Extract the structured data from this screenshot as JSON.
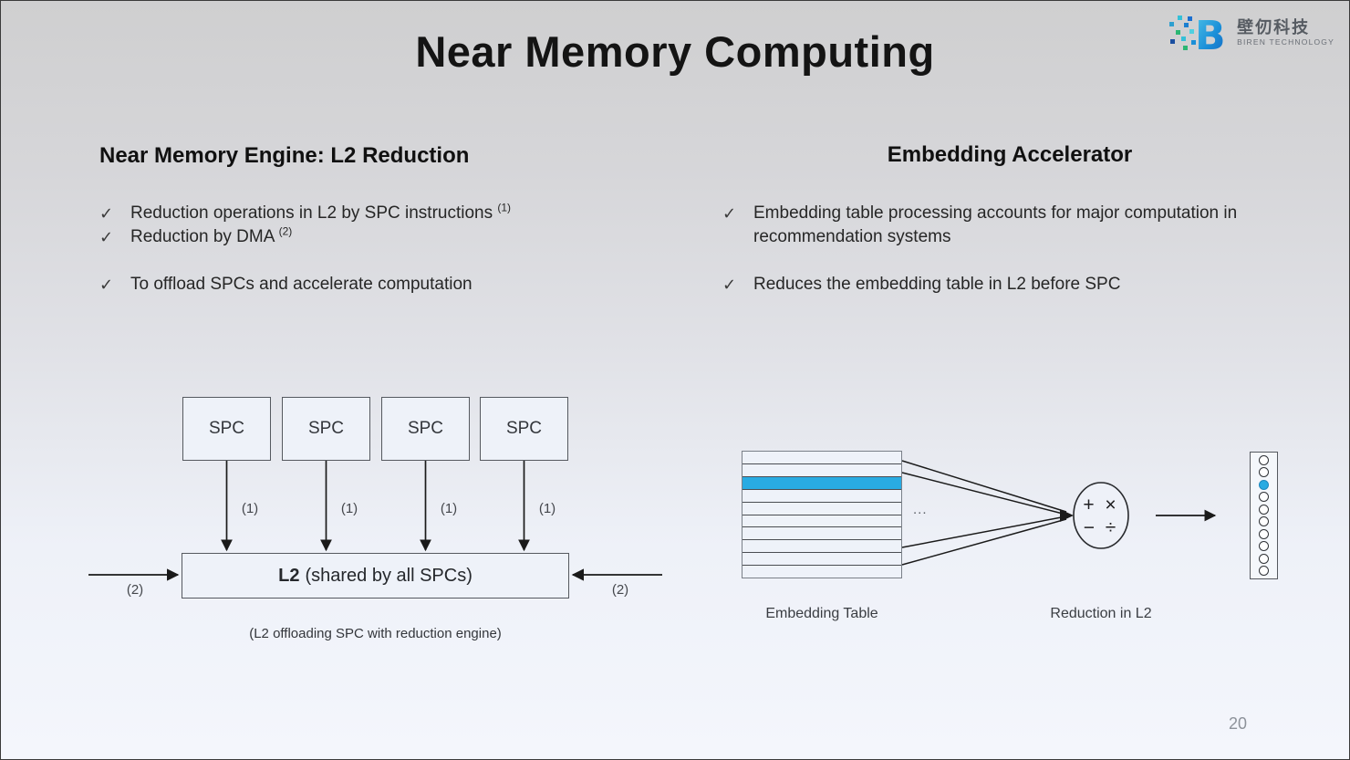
{
  "slide": {
    "title": "Near Memory Computing",
    "page_number": "20"
  },
  "logo": {
    "name_zh": "壁仞科技",
    "name_en": "BIREN TECHNOLOGY",
    "brand_blue": "#1b6fd0"
  },
  "left": {
    "heading": "Near Memory Engine: L2 Reduction",
    "bullets": [
      {
        "check": "✓",
        "text": "Reduction operations in L2 by SPC instructions",
        "sup": "(1)"
      },
      {
        "check": "✓",
        "text": "Reduction by DMA",
        "sup": "(2)"
      },
      {
        "check": "✓",
        "text": "To offload SPCs and accelerate computation",
        "sup": ""
      }
    ],
    "diagram": {
      "spc_boxes": [
        "SPC",
        "SPC",
        "SPC",
        "SPC"
      ],
      "arrow_labels": [
        "(1)",
        "(1)",
        "(1)",
        "(1)"
      ],
      "side_labels": [
        "(2)",
        "(2)"
      ],
      "l2_bold": "L2",
      "l2_rest": "(shared by all SPCs)",
      "caption": "(L2 offloading SPC with reduction engine)"
    }
  },
  "right": {
    "heading": "Embedding Accelerator",
    "bullets": [
      {
        "check": "✓",
        "text": "Embedding table processing accounts for major computation in recommendation systems"
      },
      {
        "check": "✓",
        "text": "Reduces the embedding table in L2 before SPC"
      }
    ],
    "diagram": {
      "table_label": "Embedding Table",
      "reduction_label": "Reduction in L2",
      "ellipsis": "...",
      "operators_top": "+ ×",
      "operators_bottom": "− ÷",
      "table_rows": 10,
      "highlight_row": 3,
      "output_dots": 10,
      "highlight_dot": 3,
      "highlight_color": "#29ABE2"
    }
  }
}
